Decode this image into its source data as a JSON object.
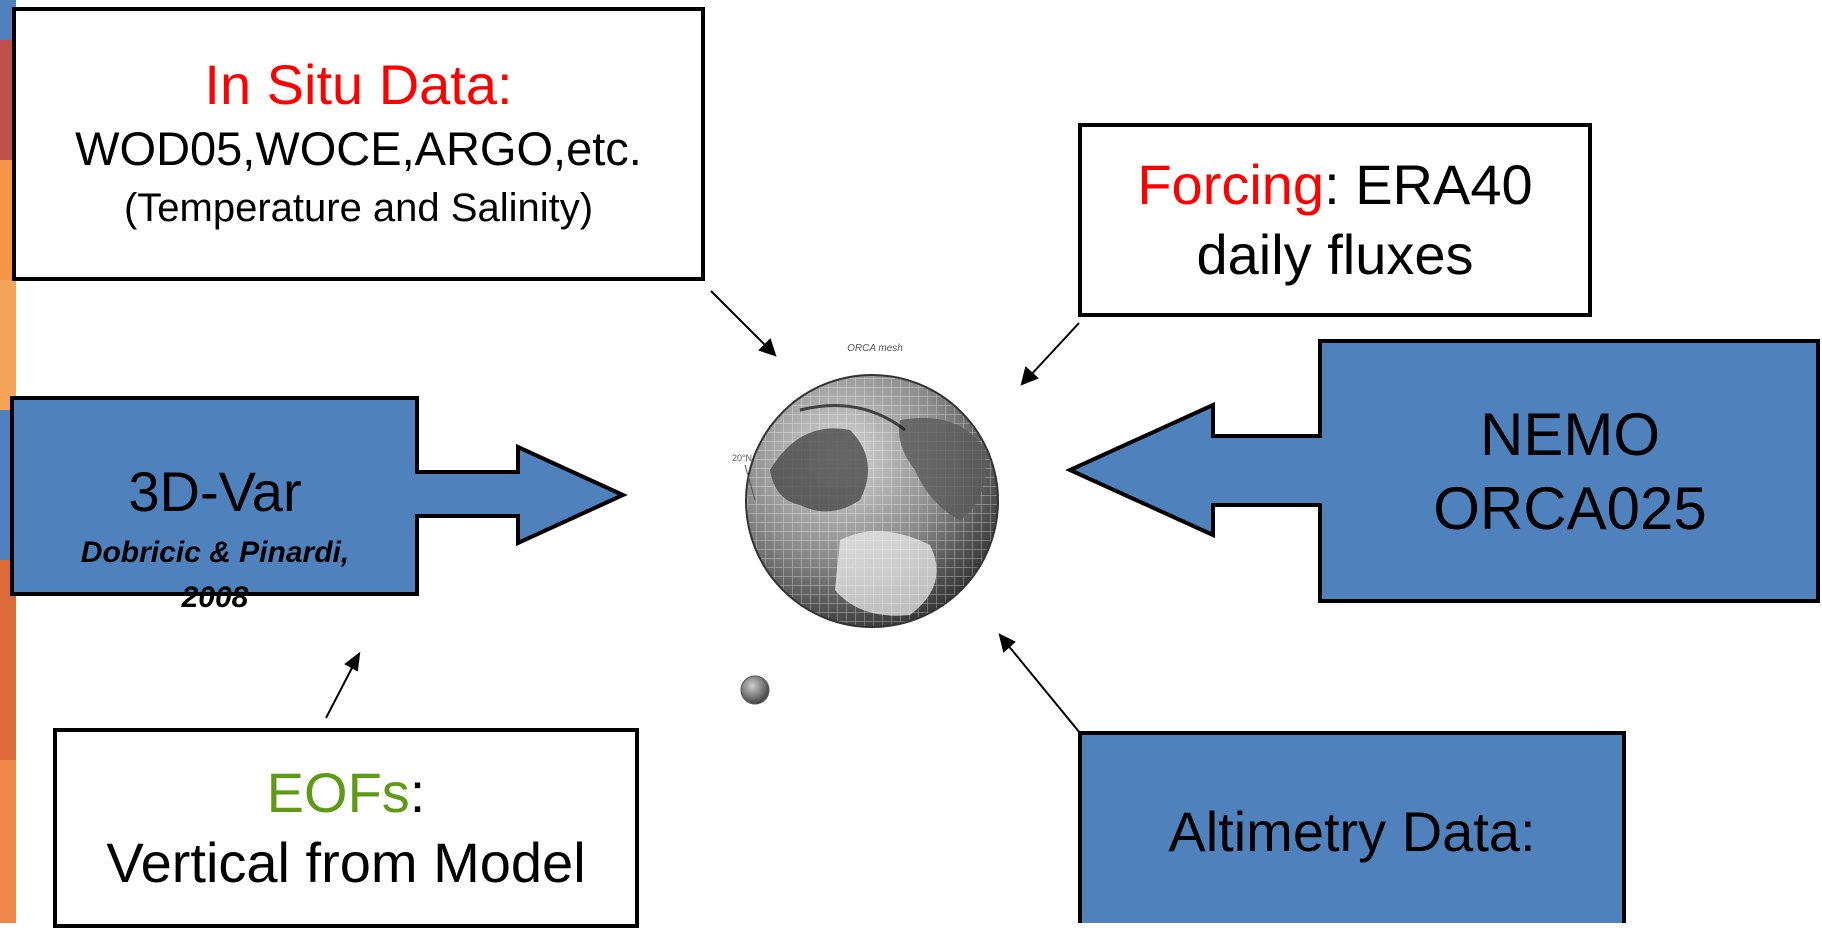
{
  "colors": {
    "blue_fill": "#4f81bd",
    "highlight_red": "#ff0000",
    "highlight_green": "#5f9a16",
    "edge_bar": [
      "#c0504d",
      "#f79646",
      "#f6a35a",
      "#4f81bd",
      "#dd6b39",
      "#f0874a"
    ]
  },
  "in_situ": {
    "title": "In Situ Data:",
    "line1": "WOD05,WOCE,ARGO,etc.",
    "line2": "(Temperature and Salinity)"
  },
  "forcing": {
    "highlight": "Forcing",
    "rest": ": ERA40",
    "line2": "daily fluxes"
  },
  "threedvar": {
    "title": "3D-Var",
    "ref_line1": "Dobricic & Pinardi,",
    "ref_line2": "2008"
  },
  "nemo": {
    "line1": "NEMO",
    "line2": "ORCA025"
  },
  "eofs": {
    "highlight": "EOFs",
    "rest": ":",
    "line2": "Vertical from Model"
  },
  "altimetry": {
    "label": "Altimetry Data:"
  },
  "globe": {
    "caption": "ORCA mesh",
    "side_label": "20°N"
  }
}
